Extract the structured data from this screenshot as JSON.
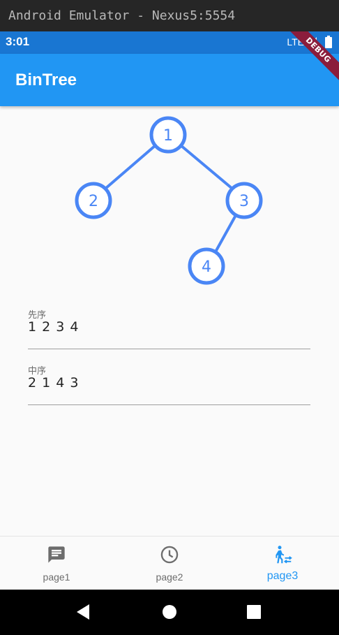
{
  "window": {
    "title": "Android Emulator - Nexus5:5554"
  },
  "status_bar": {
    "time": "3:01",
    "network": "LTE",
    "debug_ribbon": "DEBUG"
  },
  "app_bar": {
    "title": "BinTree"
  },
  "tree": {
    "node_color": "#4a86f5",
    "nodes": [
      {
        "id": "node-1",
        "label": "1"
      },
      {
        "id": "node-2",
        "label": "2"
      },
      {
        "id": "node-3",
        "label": "3"
      },
      {
        "id": "node-4",
        "label": "4"
      }
    ]
  },
  "fields": {
    "preorder": {
      "label": "先序",
      "value": "1 2 3 4"
    },
    "inorder": {
      "label": "中序",
      "value": "2 1 4 3"
    }
  },
  "bottom_nav": {
    "active_color": "#2196f3",
    "items": [
      {
        "label": "page1",
        "icon": "message-icon"
      },
      {
        "label": "page2",
        "icon": "clock-icon"
      },
      {
        "label": "page3",
        "icon": "walk-transfer-icon"
      }
    ]
  },
  "system_nav": {
    "buttons": [
      "back",
      "home",
      "recents"
    ]
  }
}
